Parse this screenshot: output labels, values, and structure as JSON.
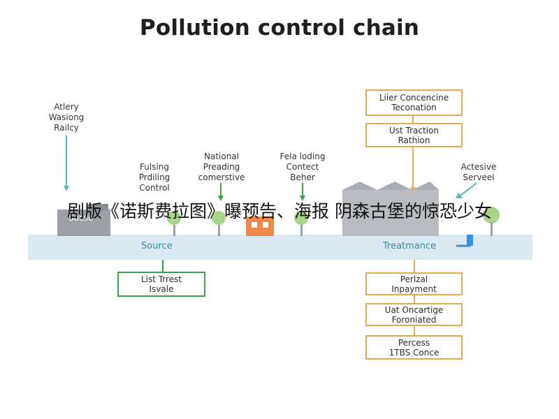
{
  "title": "Pollution control chain",
  "overlay_text": "剧版《诺斯费拉图》曝预告、海报 阴森古堡的惊恐少女",
  "band": {
    "source_label": "Source",
    "treatment_label": "Treatmance",
    "building_label": "Sucse"
  },
  "top_labels": {
    "agency": "Atlery\nWasiong\nRailcy",
    "funding": "Fulsing\nPrdiling\nControl",
    "national": "National\nPreading\ncomerstive",
    "fela": "Fela loding\nContect\nBeher",
    "actesive": "Actesive\nServeel"
  },
  "right_top_boxes": [
    "Liier Concencine\nTeconation",
    "Ust Traction\nRathion"
  ],
  "left_bottom_box": "List Trrest\nIsvale",
  "right_bottom_boxes": [
    "Perlzal\nInpayment",
    "Uat Oncartige\nForoniated",
    "Percess\n1TBS Conce"
  ],
  "colors": {
    "band": "#dbe9f3",
    "green_line": "#3aa34a",
    "orange_line": "#e2a95a",
    "teal_line": "#52b8b0"
  }
}
